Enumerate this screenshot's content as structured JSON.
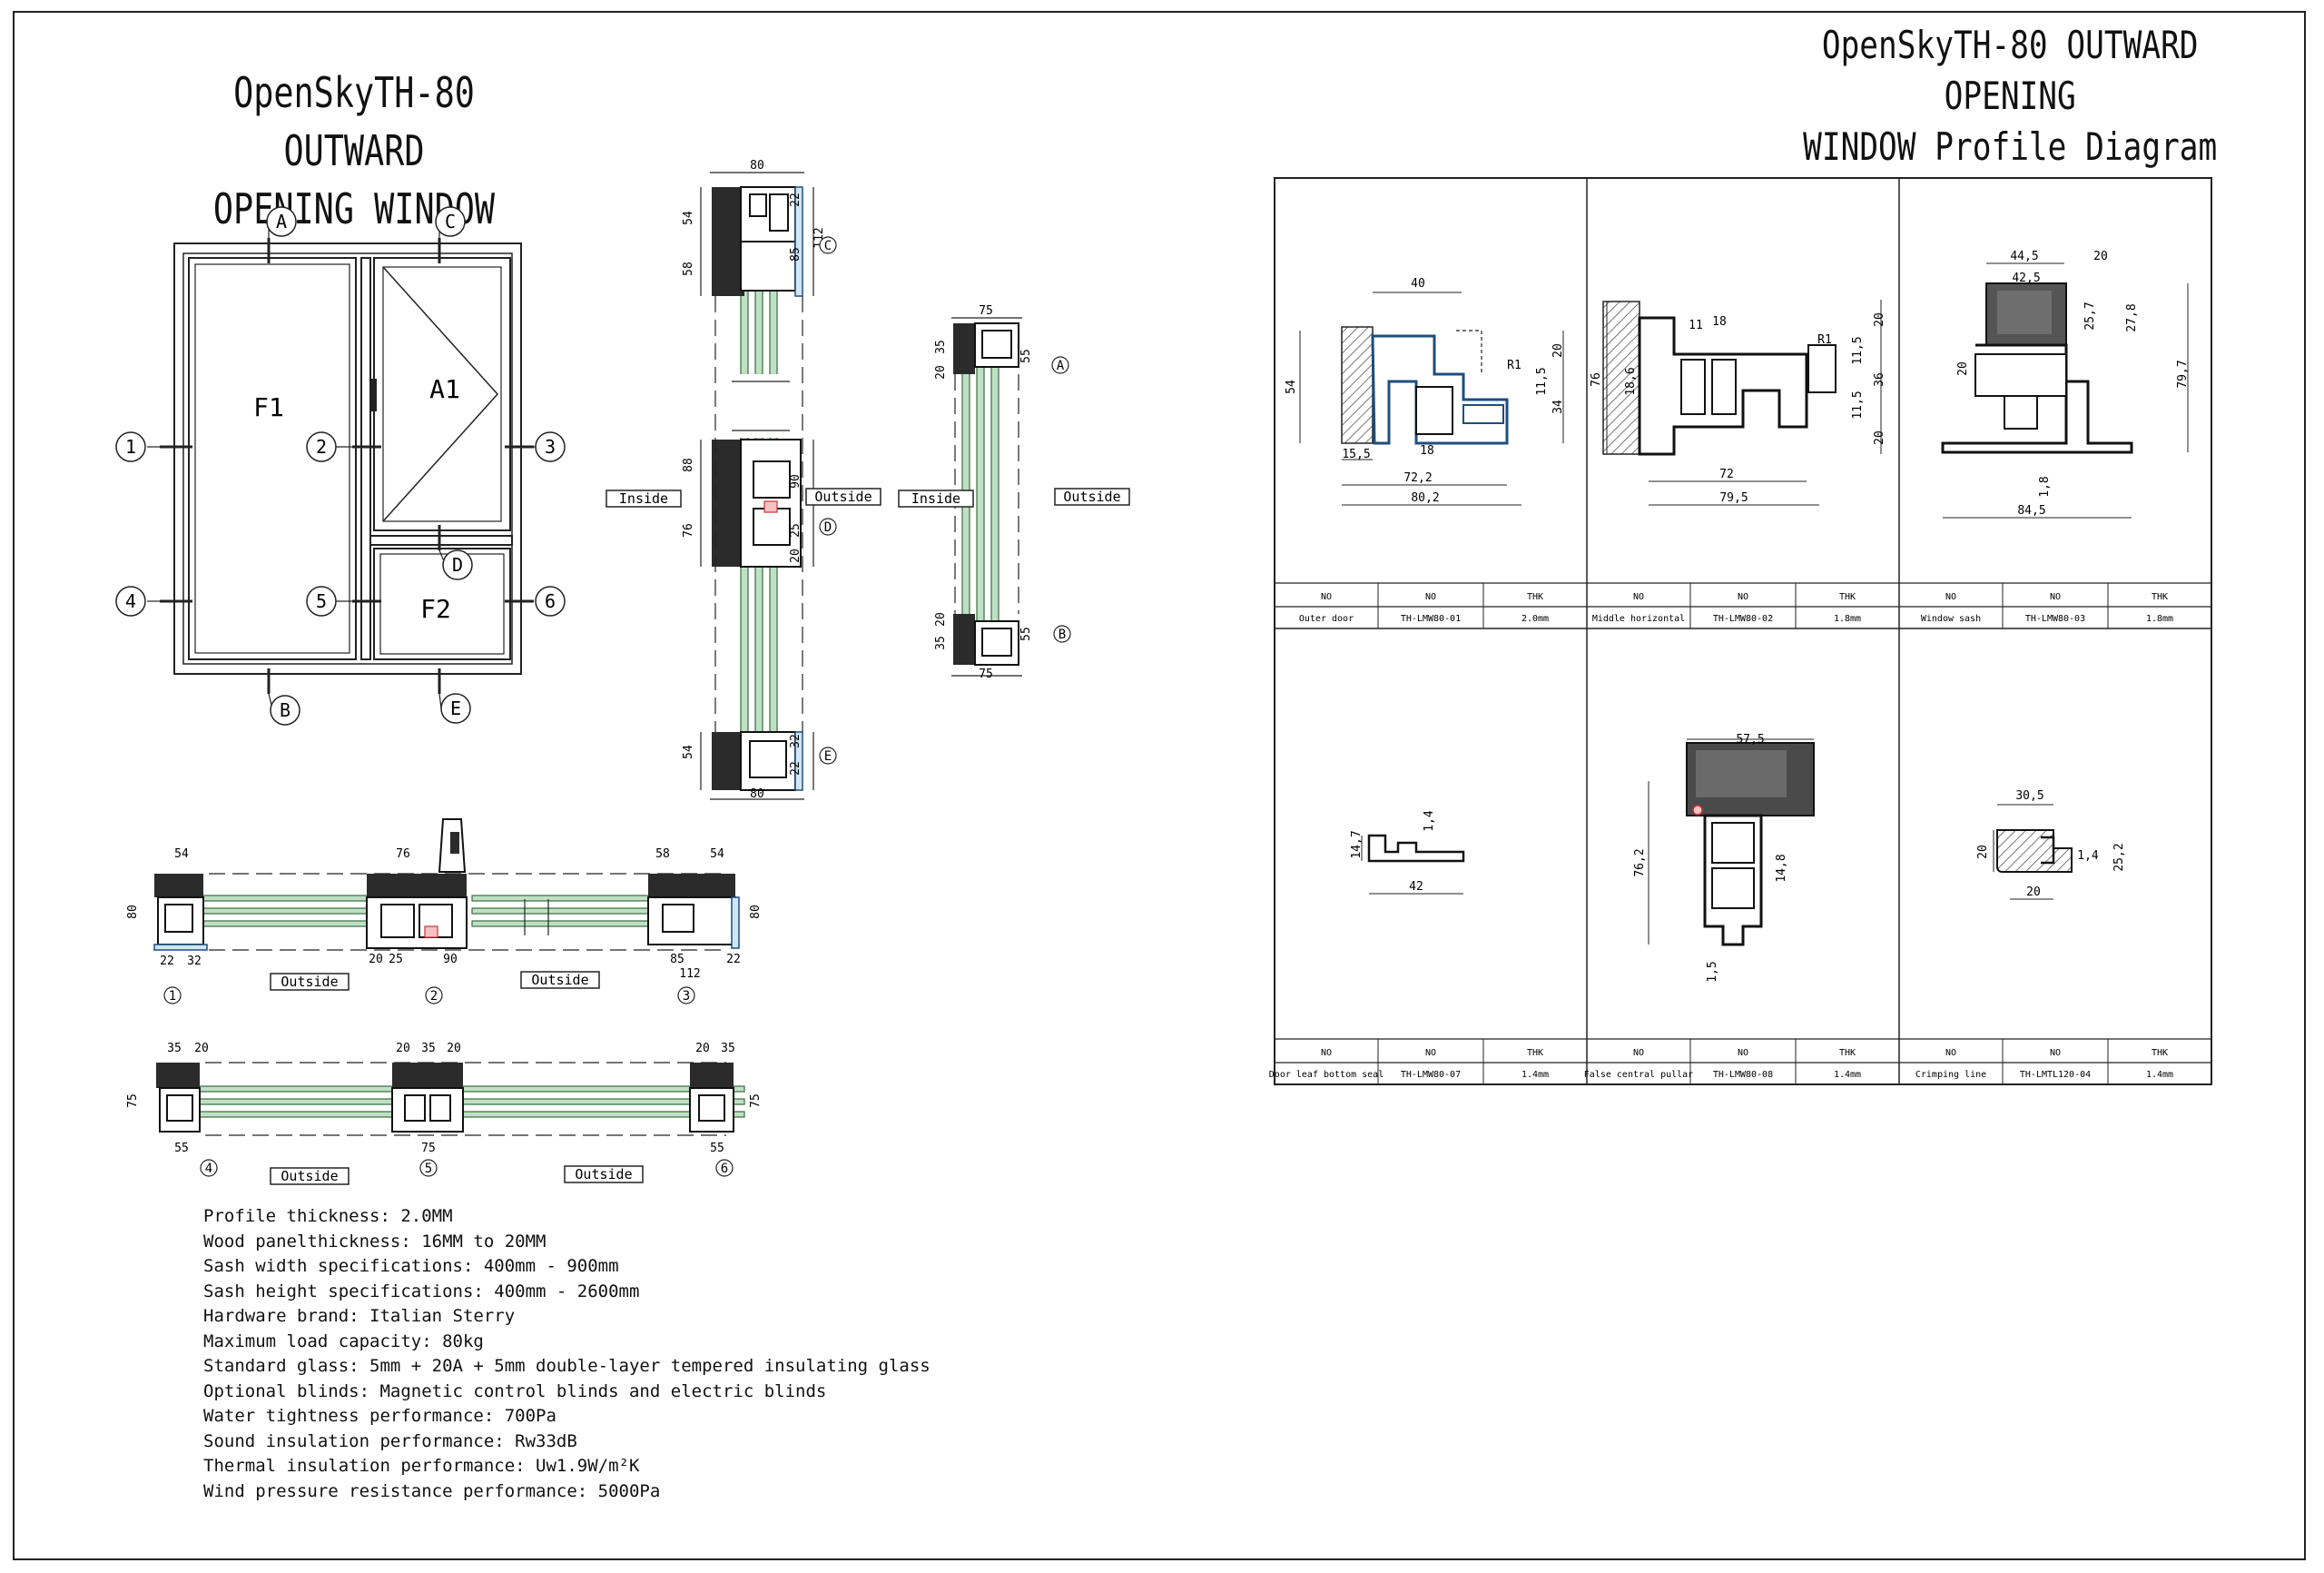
{
  "title_left": [
    "OpenSkyTH-80 OUTWARD",
    "OPENING WINDOW"
  ],
  "title_right": [
    "OpenSkyTH-80 OUTWARD OPENING",
    "WINDOW Profile Diagram"
  ],
  "elevation": {
    "panels": {
      "F1": "F1",
      "A1": "A1",
      "F2": "F2"
    },
    "section_letters": [
      "A",
      "B",
      "C",
      "D",
      "E"
    ],
    "section_numbers": [
      "1",
      "2",
      "3",
      "4",
      "5",
      "6"
    ]
  },
  "labels": {
    "inside": "Inside",
    "outside": "Outside"
  },
  "dims": {
    "v1": [
      "80",
      "54",
      "58",
      "22",
      "85",
      "112",
      "88",
      "76",
      "90",
      "25",
      "20",
      "54",
      "32",
      "22",
      "80"
    ],
    "v2": [
      "75",
      "35",
      "20",
      "55",
      "35",
      "20",
      "55",
      "75"
    ],
    "h1": [
      "54",
      "80",
      "22",
      "32",
      "76",
      "20",
      "25",
      "90",
      "58",
      "54",
      "85",
      "112",
      "22",
      "80"
    ],
    "h2": [
      "35",
      "20",
      "75",
      "55",
      "20",
      "35",
      "20",
      "75",
      "20",
      "35",
      "55",
      "75"
    ]
  },
  "specs": [
    "Profile  thickness: 2.0MM",
    "Wood panelthickness: 16MM to 20MM",
    "Sash width specifications: 400mm - 900mm",
    "Sash height specifications: 400mm - 2600mm",
    "Hardware brand: Italian Sterry",
    "Maximum load capacity: 80kg",
    "Standard glass: 5mm + 20A + 5mm double-layer tempered insulating glass",
    "Optional blinds: Magnetic control blinds and electric blinds",
    "Water tightness performance: 700Pa",
    "Sound insulation performance: Rw33dB",
    "Thermal insulation performance: Uw1.9W/m²K",
    "Wind pressure resistance performance: 5000Pa"
  ],
  "profile_table": {
    "header": [
      "NO",
      "NO",
      "THK"
    ],
    "cells": [
      {
        "name": "Outer door",
        "code": "TH-LMW80-01",
        "thk": "2.0mm",
        "dims": [
          "40",
          "54",
          "15,5",
          "18",
          "72,2",
          "80,2",
          "20",
          "11,5",
          "34",
          "R1"
        ]
      },
      {
        "name": "Middle horizontal",
        "code": "TH-LMW80-02",
        "thk": "1.8mm",
        "dims": [
          "11",
          "18",
          "76",
          "18,6",
          "72",
          "79,5",
          "20",
          "11,5",
          "36",
          "11,5",
          "20",
          "R1"
        ]
      },
      {
        "name": "Window sash",
        "code": "TH-LMW80-03",
        "thk": "1.8mm",
        "dims": [
          "44,5",
          "20",
          "42,5",
          "25,7",
          "27,8",
          "79,7",
          "20",
          "1,8",
          "84,5"
        ]
      },
      {
        "name": "Door leaf bottom seal",
        "code": "TH-LMW80-07",
        "thk": "1.4mm",
        "dims": [
          "14,7",
          "1,4",
          "42"
        ]
      },
      {
        "name": "False central pullar",
        "code": "TH-LMW80-08",
        "thk": "1.4mm",
        "dims": [
          "57,5",
          "76,2",
          "14,8",
          "1,5"
        ]
      },
      {
        "name": "Crimping line",
        "code": "TH-LMTL120-04",
        "thk": "1.4mm",
        "dims": [
          "30,5",
          "20",
          "1,4",
          "25,2",
          "20"
        ]
      }
    ]
  }
}
